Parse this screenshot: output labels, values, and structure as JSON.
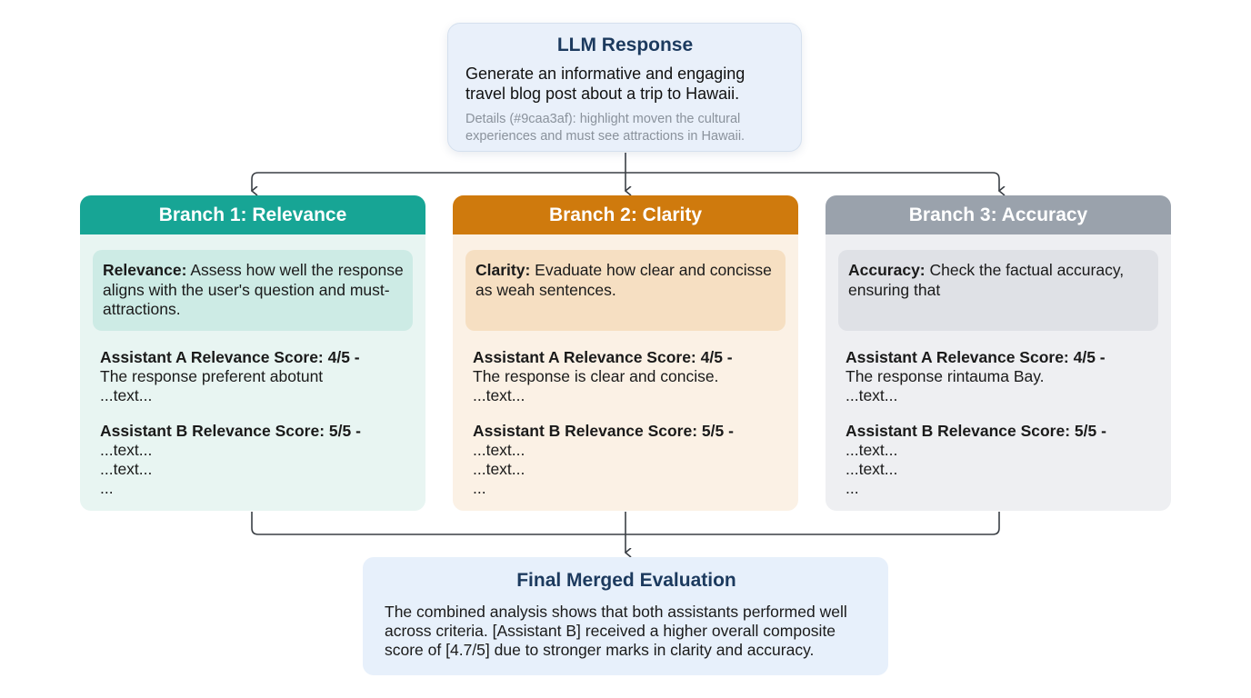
{
  "top": {
    "title": "LLM Response",
    "prompt": "Generate an informative and engaging travel blog post about a trip to Hawaii.",
    "details": "Details (#9caa3af): highlight moven the cultural experiences and must see attractions in Hawaii."
  },
  "branches": [
    {
      "header": "Branch 1: Relevance",
      "criterion_label": "Relevance:",
      "criterion_text": " Assess how well the response aligns with the user's question and must-attractions.",
      "a_heading": "Assistant A Relevance Score: 4/5 -",
      "a_lines": [
        "The response preferent abotunt",
        "...text..."
      ],
      "b_heading": "Assistant B Relevance Score: 5/5 -",
      "b_lines": [
        "...text...",
        "...text...",
        "..."
      ]
    },
    {
      "header": "Branch 2: Clarity",
      "criterion_label": "Clarity:",
      "criterion_text": " Evaduate how clear and concisse as weah sentences.",
      "a_heading": "Assistant A Relevance Score: 4/5 -",
      "a_lines": [
        "The response is clear and concise.",
        "...text..."
      ],
      "b_heading": "Assistant B Relevance Score: 5/5 -",
      "b_lines": [
        "...text...",
        "...text...",
        "..."
      ]
    },
    {
      "header": "Branch 3: Accuracy",
      "criterion_label": "Accuracy:",
      "criterion_text": " Check the factual accuracy, ensuring that",
      "a_heading": "Assistant A Relevance Score: 4/5 -",
      "a_lines": [
        "The response rintauma Bay.",
        "...text..."
      ],
      "b_heading": "Assistant B Relevance Score: 5/5 -",
      "b_lines": [
        "...text...",
        "...text...",
        "..."
      ]
    }
  ],
  "final": {
    "title": "Final Merged Evaluation",
    "text": "The combined analysis shows that both assistants performed well across criteria. [Assistant B] received a higher overall composite score of [4.7/5] due to stronger marks in clarity and accuracy."
  },
  "colors": {
    "branch1": "#17a595",
    "branch2": "#cf7a0d",
    "branch3": "#9aa2ac",
    "title_text": "#1c3a5e"
  }
}
